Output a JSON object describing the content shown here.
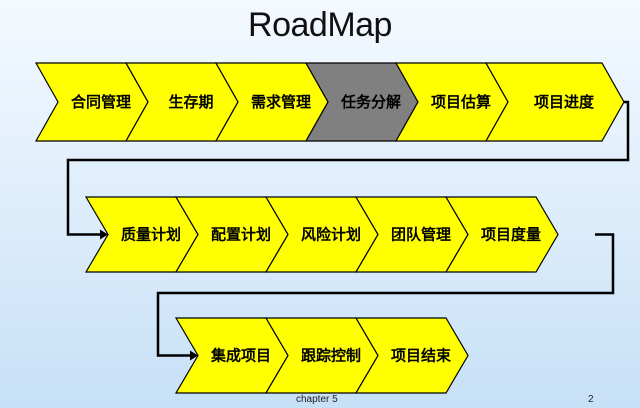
{
  "title": "RoadMap",
  "rows": [
    {
      "steps": [
        {
          "label": "合同管理",
          "state": "normal"
        },
        {
          "label": "生存期",
          "state": "normal"
        },
        {
          "label": "需求管理",
          "state": "normal"
        },
        {
          "label": "任务分解",
          "state": "current"
        },
        {
          "label": "项目估算",
          "state": "normal"
        },
        {
          "label": "项目进度",
          "state": "normal"
        }
      ]
    },
    {
      "steps": [
        {
          "label": "质量计划",
          "state": "normal"
        },
        {
          "label": "配置计划",
          "state": "normal"
        },
        {
          "label": "风险计划",
          "state": "normal"
        },
        {
          "label": "团队管理",
          "state": "normal"
        },
        {
          "label": "项目度量",
          "state": "normal"
        }
      ]
    },
    {
      "steps": [
        {
          "label": "集成项目",
          "state": "normal"
        },
        {
          "label": "跟踪控制",
          "state": "normal"
        },
        {
          "label": "项目结束",
          "state": "normal"
        }
      ]
    }
  ],
  "colors": {
    "normal": "#ffff00",
    "current": "#808080",
    "outline": "#000000"
  },
  "footer": {
    "chapter": "chapter   5",
    "page": "2"
  }
}
